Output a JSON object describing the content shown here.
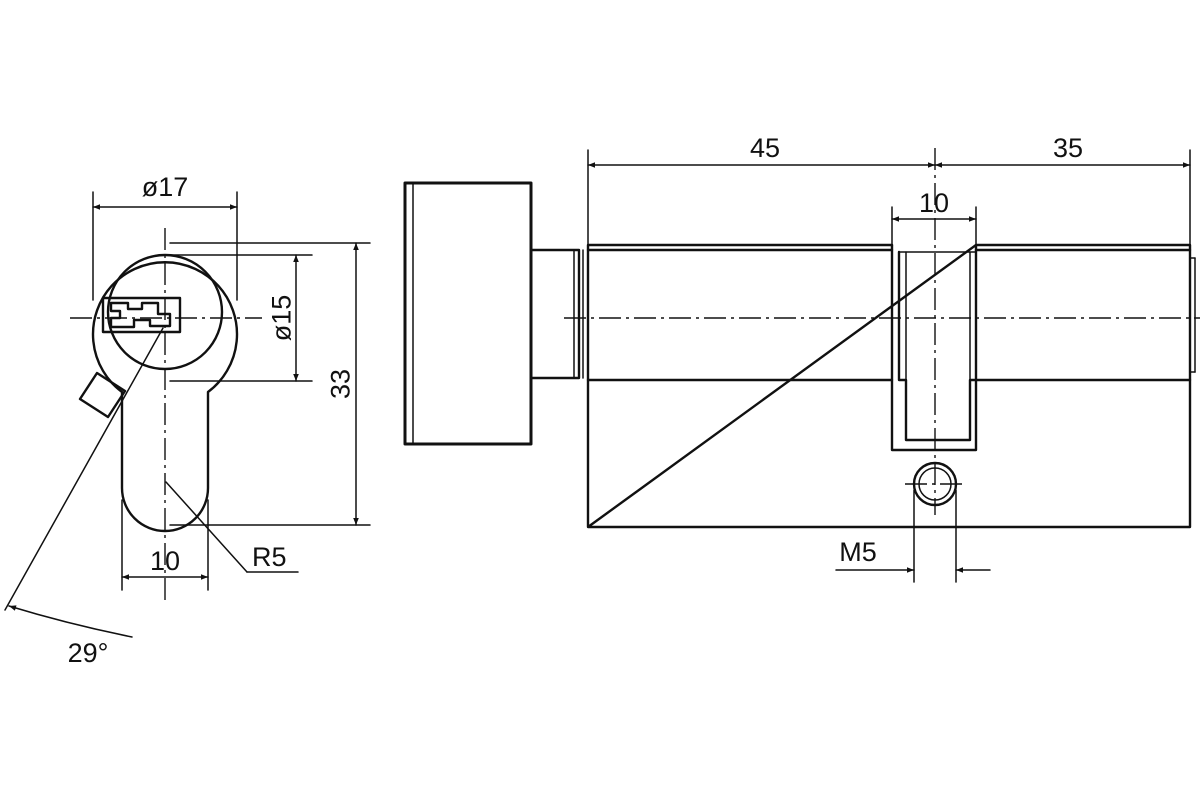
{
  "diagram": {
    "colors": {
      "line": "#111111",
      "background": "#ffffff"
    },
    "dimensions": {
      "diameter_outer": "ø17",
      "diameter_inner": "ø15",
      "height_total": "33",
      "cam_width_front": "10",
      "radius": "R5",
      "angle": "29°",
      "length_left": "45",
      "length_right": "35",
      "cam_width_side": "10",
      "screw_thread": "M5"
    }
  }
}
